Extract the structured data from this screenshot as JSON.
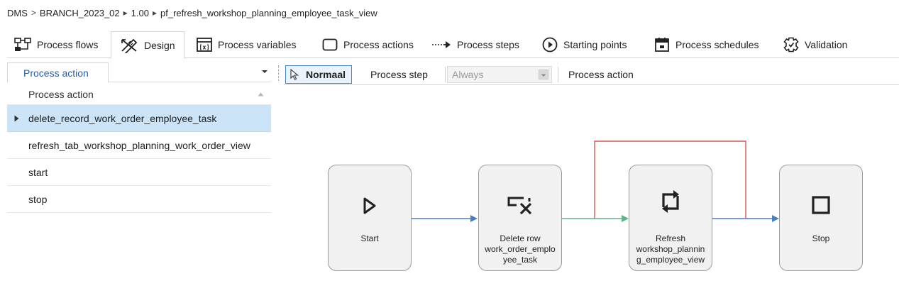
{
  "breadcrumb": {
    "items": [
      "DMS",
      "BRANCH_2023_02",
      "1.00",
      "pf_refresh_workshop_planning_employee_task_view"
    ],
    "separators": [
      ">",
      "▸",
      "▸"
    ]
  },
  "tabs": [
    {
      "label": "Process flows",
      "icon": "process-flows-icon"
    },
    {
      "label": "Design",
      "icon": "design-tools-icon",
      "active": true
    },
    {
      "label": "Process variables",
      "icon": "variables-icon"
    },
    {
      "label": "Process actions",
      "icon": "rounded-rect-icon"
    },
    {
      "label": "Process steps",
      "icon": "dotted-arrow-icon"
    },
    {
      "label": "Starting points",
      "icon": "play-circle-icon"
    },
    {
      "label": "Process schedules",
      "icon": "calendar-icon"
    },
    {
      "label": "Validation",
      "icon": "validation-gear-icon"
    }
  ],
  "left_panel": {
    "combo_label": "Process action",
    "column_header": "Process action",
    "rows": [
      {
        "label": "delete_record_work_order_employee_task",
        "selected": true
      },
      {
        "label": "refresh_tab_workshop_planning_work_order_view"
      },
      {
        "label": "start"
      },
      {
        "label": "stop"
      }
    ]
  },
  "toolbar": {
    "normaal_label": "Normaal",
    "process_step_label": "Process step",
    "select_value": "Always",
    "process_action_label": "Process action"
  },
  "flow": {
    "nodes": [
      {
        "id": "start",
        "label_lines": [
          "Start"
        ],
        "icon": "play-triangle-icon"
      },
      {
        "id": "delete",
        "label_lines": [
          "Delete row",
          "work_order_emplo",
          "yee_task"
        ],
        "icon": "delete-row-icon"
      },
      {
        "id": "refresh",
        "label_lines": [
          "Refresh",
          "workshop_plannin",
          "g_employee_view"
        ],
        "icon": "refresh-icon"
      },
      {
        "id": "stop",
        "label_lines": [
          "Stop"
        ],
        "icon": "stop-square-icon"
      }
    ],
    "colors": {
      "blue": "#4a7fbf",
      "green": "#5fb487",
      "red": "#d9534f",
      "node_border": "#9a9a9a",
      "node_fill": "#f1f1f1"
    }
  },
  "colors": {
    "selected_row": "#cce4f7",
    "accent_text": "#1f5fae"
  }
}
